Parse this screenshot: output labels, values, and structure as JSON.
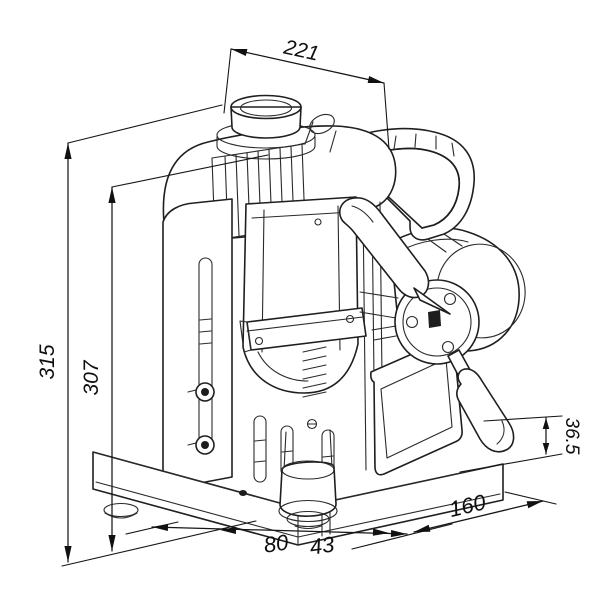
{
  "drawing": {
    "type": "technical-line-drawing",
    "colors": {
      "background": "#ffffff",
      "line": "#1f1f1f"
    },
    "dimensions": {
      "top_width": {
        "label": "221"
      },
      "total_height": {
        "label": "315"
      },
      "body_height": {
        "label": "307"
      },
      "base_height": {
        "label": "36.5"
      },
      "front_a": {
        "label": "80"
      },
      "front_b": {
        "label": "43"
      },
      "side_depth": {
        "label": "160"
      }
    }
  }
}
